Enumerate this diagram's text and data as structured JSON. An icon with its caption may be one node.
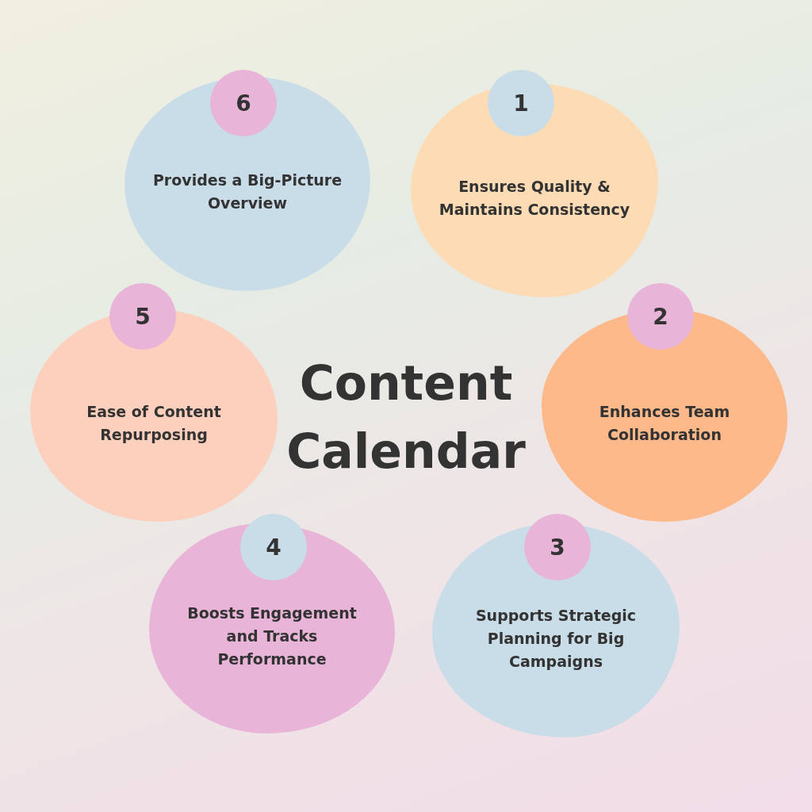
{
  "diagram": {
    "title": "Content Calendar",
    "nodes": [
      {
        "text": [
          "1"
        ]
      },
      {
        "text": [
          "Ensures Quality & Maintains Consistency"
        ]
      },
      {
        "text": [
          "2"
        ]
      },
      {
        "text": [
          "Enhances Team Collaboration"
        ]
      },
      {
        "text": [
          "3"
        ]
      },
      {
        "text": [
          "Supports Strategic Planning for Big Campaigns"
        ]
      },
      {
        "text": [
          "4"
        ]
      },
      {
        "text": [
          "Boosts Engagement and Tracks Performance"
        ]
      },
      {
        "text": [
          "5"
        ]
      },
      {
        "text": [
          "Ease of Content Repurposing"
        ]
      },
      {
        "text": [
          "6"
        ]
      },
      {
        "text": [
          "Provides a Big-Picture Overview"
        ]
      }
    ],
    "edges": []
  }
}
